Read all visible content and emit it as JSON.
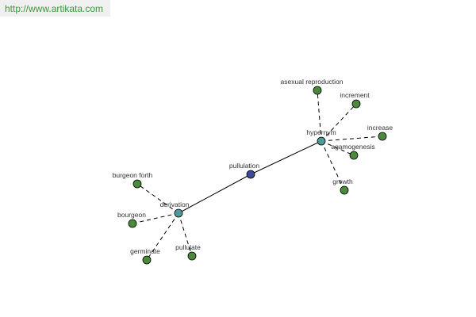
{
  "header": {
    "url": "http://www.artikata.com"
  },
  "colors": {
    "center_node": "#3b4a9a",
    "hub_node": "#4d9a9a",
    "leaf_node": "#4a8a3a",
    "edge": "#000000",
    "url_text": "#3a9a3a"
  },
  "graph": {
    "nodes": {
      "pullulation": "pullulation",
      "hypernym": "hypernym",
      "derivation": "derivation",
      "asexual_reproduction": "asexual reproduction",
      "increment": "increment",
      "increase": "increase",
      "agamogenesis": "agamogenesis",
      "growth": "growth",
      "burgeon_forth": "burgeon forth",
      "bourgeon": "bourgeon",
      "germinate": "germinate",
      "pullulate": "pullulate"
    },
    "edges": [
      {
        "from": "pullulation",
        "to": "hypernym",
        "style": "solid"
      },
      {
        "from": "pullulation",
        "to": "derivation",
        "style": "solid"
      },
      {
        "from": "hypernym",
        "to": "asexual_reproduction",
        "style": "dashed"
      },
      {
        "from": "hypernym",
        "to": "increment",
        "style": "dashed"
      },
      {
        "from": "hypernym",
        "to": "increase",
        "style": "dashed"
      },
      {
        "from": "hypernym",
        "to": "agamogenesis",
        "style": "dashed"
      },
      {
        "from": "hypernym",
        "to": "growth",
        "style": "dashed"
      },
      {
        "from": "derivation",
        "to": "burgeon_forth",
        "style": "dashed"
      },
      {
        "from": "derivation",
        "to": "bourgeon",
        "style": "dashed"
      },
      {
        "from": "derivation",
        "to": "germinate",
        "style": "dashed"
      },
      {
        "from": "derivation",
        "to": "pullulate",
        "style": "dashed"
      }
    ]
  }
}
